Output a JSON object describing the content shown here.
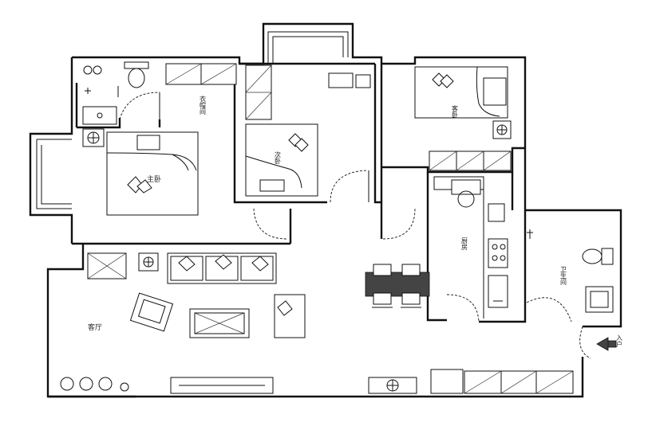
{
  "rooms": {
    "cloakroom": "衣帽间",
    "master_bedroom": "主卧",
    "second_bedroom": "次卧",
    "guest_bedroom": "客卧",
    "kitchen": "厨房",
    "bathroom": "卫生间",
    "living_room": "客厅",
    "entrance": "入户"
  },
  "icons": {
    "entry": "entry-arrow-icon",
    "bed": "bed-icon",
    "toilet": "toilet-icon",
    "sink": "sink-icon",
    "sofa": "sofa-icon",
    "dining": "dining-table-icon",
    "plant": "plant-icon"
  },
  "colors": {
    "line": "#111111",
    "background": "#ffffff"
  }
}
